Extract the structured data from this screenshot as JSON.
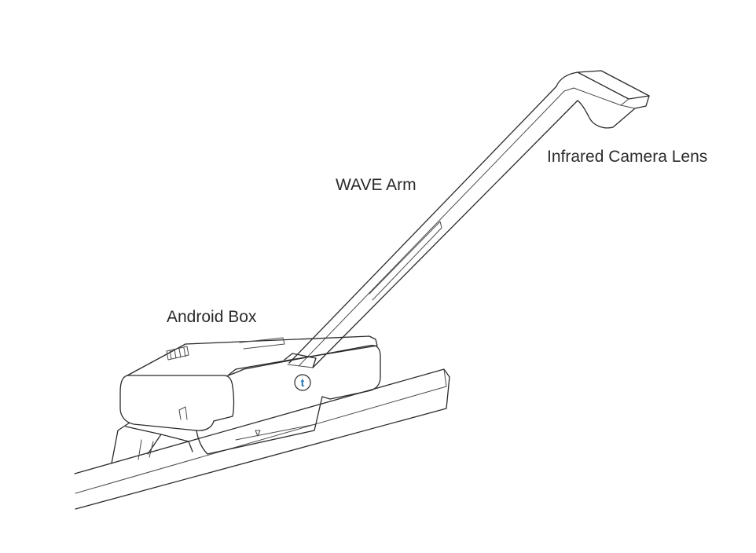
{
  "labels": {
    "android_box": "Android Box",
    "wave_arm": "WAVE Arm",
    "infrared_camera_lens": "Infrared Camera Lens"
  },
  "logo": {
    "letter": "t",
    "color": "#1f6fb5"
  }
}
